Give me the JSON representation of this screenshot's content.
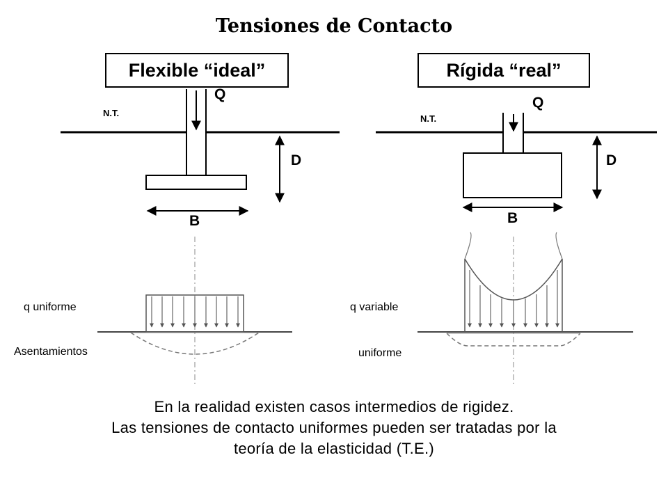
{
  "title": "Tensiones de Contacto",
  "left": {
    "box_title": "Flexible “ideal”",
    "load": "Q",
    "ground": "N.T.",
    "depth": "D",
    "width": "B",
    "stress_label": "q uniforme",
    "settlement_label": "Asentamientos"
  },
  "right": {
    "box_title": "Rígida “real”",
    "load": "Q",
    "ground": "N.T.",
    "depth": "D",
    "width": "B",
    "stress_label": "q variable",
    "settlement_label": "uniforme"
  },
  "caption": {
    "line1": "En la realidad existen casos intermedios de rigidez.",
    "line2": "Las tensiones de contacto uniformes pueden ser tratadas por la",
    "line3": "teoría de la elasticidad (T.E.)"
  }
}
